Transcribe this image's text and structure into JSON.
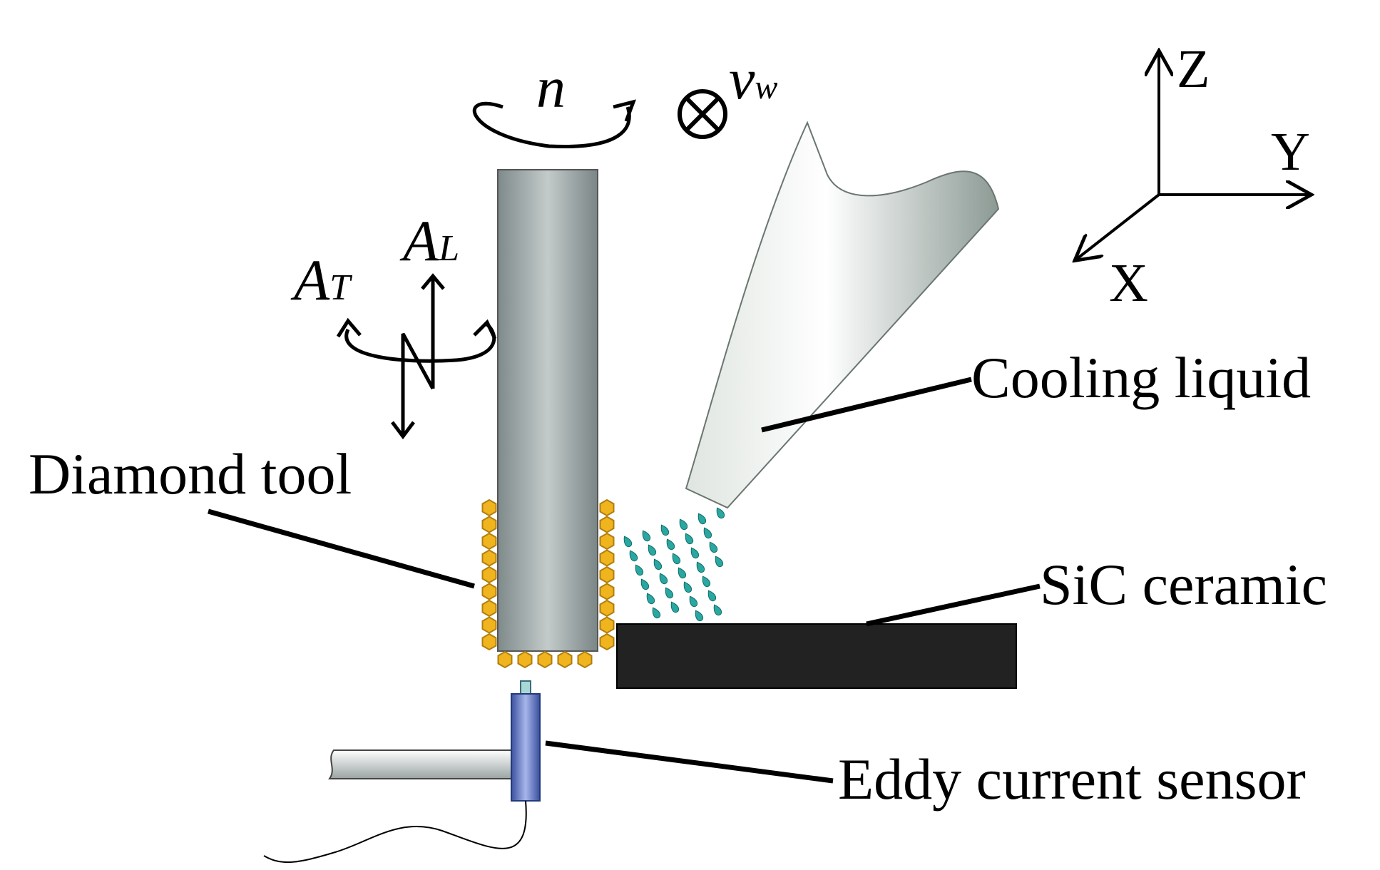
{
  "labels": {
    "rotation": "n",
    "feed_main": "v",
    "feed_sub": "w",
    "amp_l_main": "A",
    "amp_l_sub": "L",
    "amp_t_main": "A",
    "amp_t_sub": "T",
    "diamond_tool": "Diamond tool",
    "cooling_liquid": "Cooling liquid",
    "sic_ceramic": "SiC ceramic",
    "eddy_sensor": "Eddy current sensor"
  },
  "axes": {
    "z": "Z",
    "y": "Y",
    "x": "X"
  },
  "colors": {
    "tool": "#9fa8a8",
    "grit": "#f0b41e",
    "droplet": "#2aa7a0",
    "ceramic": "#222222",
    "nozzle": "#d4dad6",
    "sensor": "#6b80c8"
  }
}
